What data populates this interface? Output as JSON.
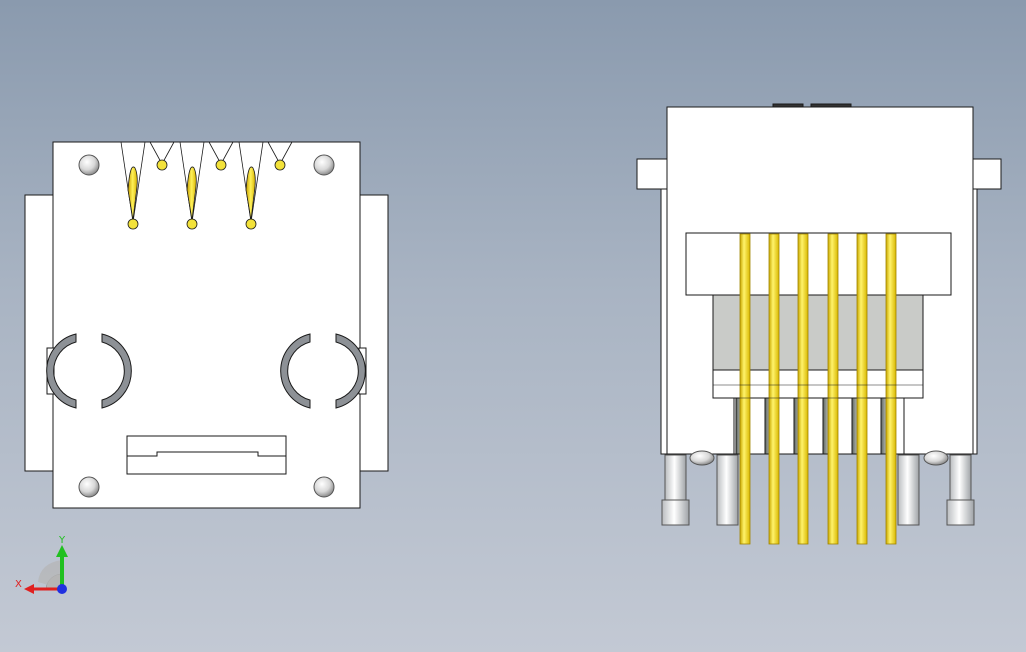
{
  "viewport": {
    "background_top": "#8a9aae",
    "background_bottom": "#c3c9d4"
  },
  "left_view": {
    "name": "front-view-rj-jack",
    "part_color": "#ffffff",
    "edge_color": "#1a1a1a",
    "contact_color": "#f3e23a"
  },
  "right_view": {
    "name": "side-view-rj-jack",
    "pin_count": 6,
    "pin_color": "#f5e84a",
    "pin_shadow": "#c9a800",
    "insert_color": "#c9cbc8"
  },
  "triad": {
    "x_label": "X",
    "y_label": "Y",
    "x_color": "#e02020",
    "y_color": "#20c020",
    "z_color": "#2030e0",
    "icon": "coordinate-triad-icon"
  }
}
